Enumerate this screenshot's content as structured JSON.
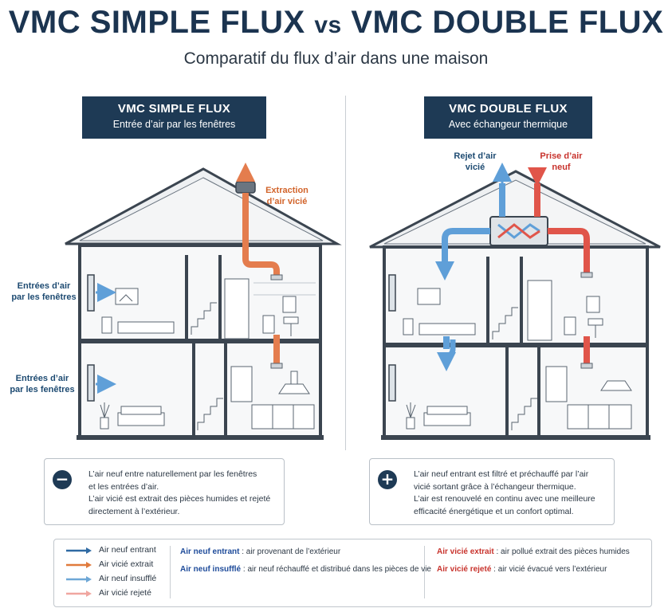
{
  "title": {
    "left": "VMC SIMPLE FLUX",
    "vs": "vs",
    "right": "VMC DOUBLE FLUX"
  },
  "subtitle": "Comparatif du flux d’air dans une maison",
  "simple": {
    "header_title": "VMC SIMPLE FLUX",
    "header_subtitle": "Entrée d’air par les fenêtres",
    "label_extraction_1": "Extraction",
    "label_extraction_2": "d’air vicié",
    "label_entries_1": "Entrées d’air",
    "label_entries_2": "par les fenêtres",
    "info_icon": "minus-icon",
    "info_lines": [
      "L’air neuf entre naturellement par les fenêtres",
      "et les entrées d’air.",
      "L’air vicié est extrait des pièces humides et rejeté",
      "directement à l’extérieur."
    ]
  },
  "double": {
    "header_title": "VMC DOUBLE FLUX",
    "header_subtitle": "Avec échangeur thermique",
    "label_rejet_1": "Rejet d’air",
    "label_rejet_2": "vicié",
    "label_prise_1": "Prise d’air",
    "label_prise_2": "neuf",
    "info_icon": "plus-icon",
    "info_lines": [
      "L’air neuf entrant est filtré et préchauffé par l’air",
      "vicié sortant grâce à l’échangeur thermique.",
      "L’air est renouvelé en continu avec une meilleure",
      "efficacité énergétique et un confort optimal."
    ]
  },
  "legend": {
    "items": [
      {
        "label": "Air neuf entrant",
        "color": "#2f6aa3"
      },
      {
        "label": "Air vicié extrait",
        "color": "#e07a3c"
      },
      {
        "label": "Air neuf insufflé",
        "color": "#6ea7d6"
      },
      {
        "label": "Air vicié rejeté",
        "color": "#f0a6a0"
      }
    ],
    "def_entrant_term": "Air neuf entrant",
    "def_entrant_text": " : air provenant de l’extérieur",
    "def_insuffle_term": "Air neuf insufflé",
    "def_insuffle_text": " : air neuf réchauffé et distribué dans les pièces de vie",
    "def_extrait_term": "Air vicié extrait",
    "def_extrait_text": " : air pollué extrait des pièces humides",
    "def_rejete_term": "Air vicié rejeté",
    "def_rejete_text": " : air vicié évacué vers l’extérieur"
  },
  "colors": {
    "navy": "#1e3a55",
    "blue_arrow": "#5f9fd8",
    "orange_duct": "#e47d4e",
    "red_duct": "#e0554a"
  }
}
